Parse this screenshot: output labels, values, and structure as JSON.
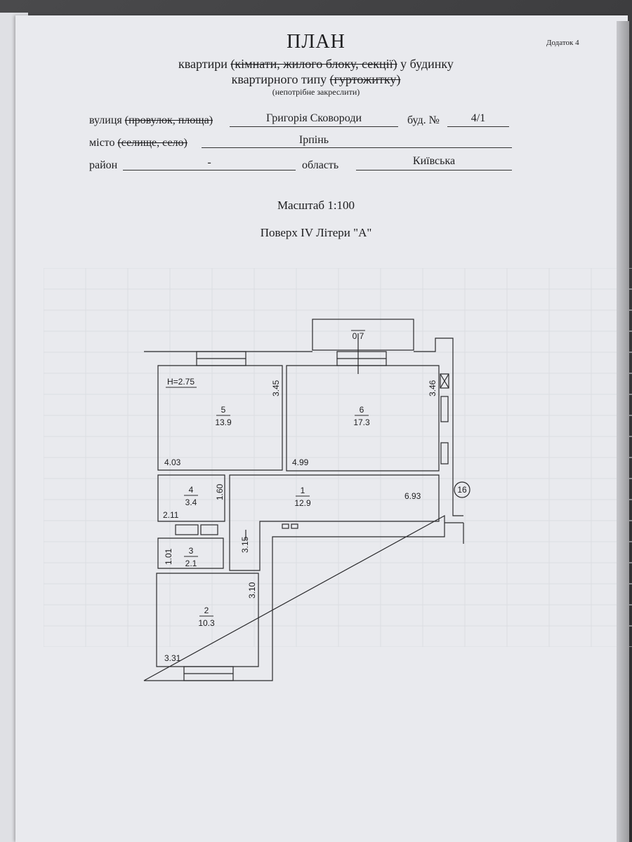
{
  "document": {
    "title": "ПЛАН",
    "appendix": "Додаток 4",
    "subtitle": {
      "line1_prefix": "квартири ",
      "line1_struck": "(кімнати, жилого блоку, секції)",
      "line1_suffix": " у будинку",
      "line2_prefix": "квартирного типу ",
      "line2_struck": "(гуртожитку)",
      "note": "(непотрібне закреслити)"
    },
    "fields": {
      "street_label": "вулиця ",
      "street_label_struck": "(провулок, площа)",
      "street_value": "Григорія Сковороди",
      "building_label": "буд. №",
      "building_value": "4/1",
      "city_label": "місто ",
      "city_label_struck": "(селище, село)",
      "city_value": "Ірпінь",
      "district_label": "район",
      "district_value": "-",
      "region_label": "область",
      "region_value": "Київська"
    },
    "scale": "Масштаб 1:100",
    "floor": "Поверх IV Літери \"А\""
  },
  "floor_plan": {
    "height_label": "Н=2.75",
    "balcony_label": "0.7",
    "axis_label": "16",
    "rooms": [
      {
        "number": "1",
        "area": "12.9",
        "dims": [
          "6.93",
          "3.15"
        ]
      },
      {
        "number": "2",
        "area": "10.3",
        "dims": [
          "3.31",
          "3.10"
        ]
      },
      {
        "number": "3",
        "area": "2.1",
        "dims": [
          "1.01"
        ]
      },
      {
        "number": "4",
        "area": "3.4",
        "dims": [
          "2.11",
          "1.60"
        ]
      },
      {
        "number": "5",
        "area": "13.9",
        "dims": [
          "4.03",
          "3.45"
        ]
      },
      {
        "number": "6",
        "area": "17.3",
        "dims": [
          "4.99",
          "3.46"
        ]
      }
    ]
  }
}
